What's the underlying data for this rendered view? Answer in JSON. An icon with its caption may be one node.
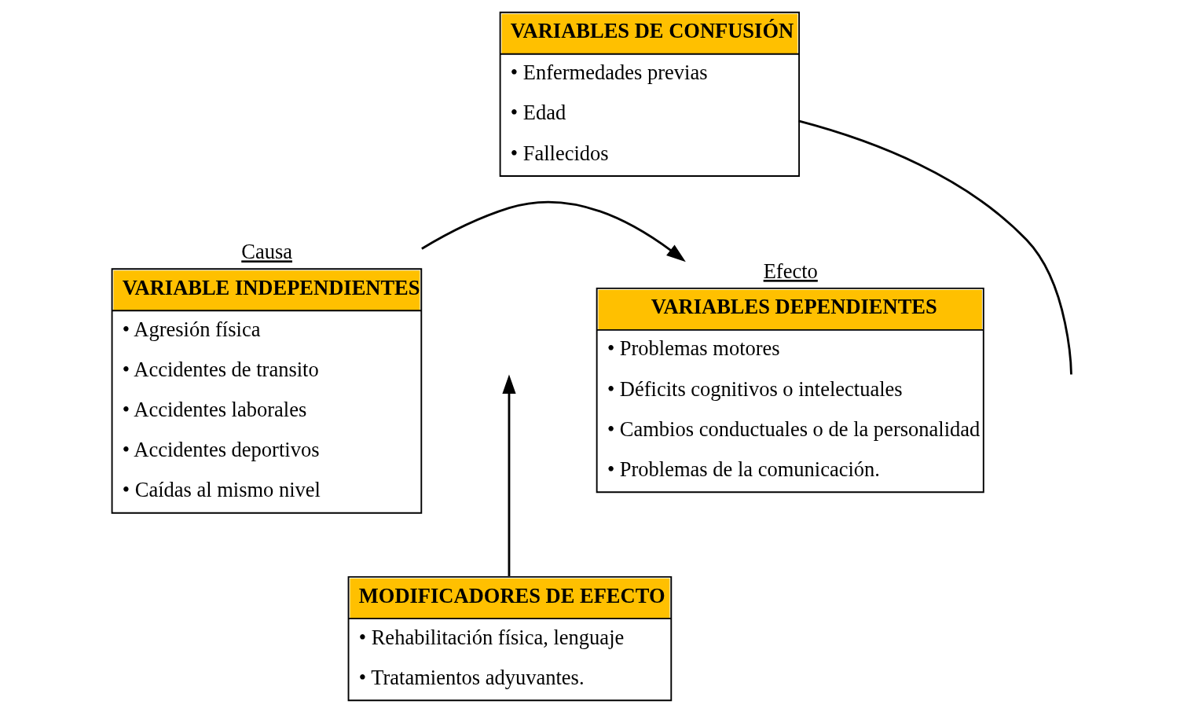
{
  "diagram": {
    "nodes": [
      {
        "text": [
          "VARIABLES DE CONFUSIÓN",
          "• Enfermedades previas",
          "• Edad",
          "• Fallecidos"
        ]
      },
      {
        "text": [
          "VARIABLE INDEPENDIENTES",
          "• Agresión física",
          "• Accidentes de transito",
          "• Accidentes laborales",
          "• Accidentes deportivos",
          "• Caídas al mismo nivel"
        ],
        "beside": [
          "Causa"
        ]
      },
      {
        "text": [
          "VARIABLES DEPENDIENTES",
          "• Problemas motores",
          "• Déficits cognitivos o intelectuales",
          "• Cambios conductuales o de la personalidad",
          "• Problemas de la comunicación."
        ],
        "beside": [
          "Efecto"
        ]
      },
      {
        "text": [
          "MODIFICADORES DE EFECTO",
          "• Rehabilitación física, lenguaje",
          "• Tratamientos adyuvantes."
        ]
      }
    ],
    "edges": [
      {
        "from": 1,
        "to": 2,
        "arrow": "to"
      },
      {
        "from": 3,
        "to": null,
        "arrow": "to"
      },
      {
        "from": 0,
        "to": null,
        "arrow": "none"
      }
    ]
  }
}
